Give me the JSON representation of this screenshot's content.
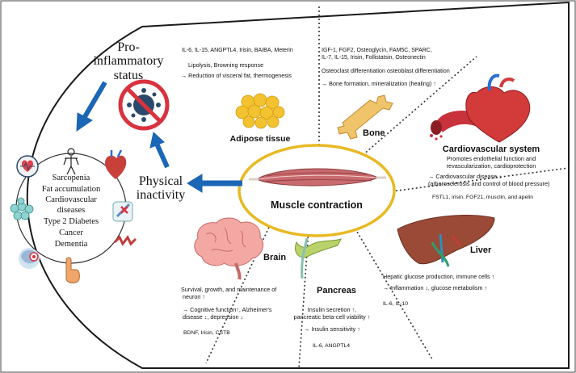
{
  "left": {
    "pro_inflammatory": [
      "Pro-",
      "inflammatory",
      "status"
    ],
    "physical_inactivity": [
      "Physical",
      "inactivity"
    ],
    "diseases": [
      "Sarcopenia",
      "Fat accumulation",
      "Cardiovascular",
      "diseases",
      "Type 2  Diabetes",
      "Cancer",
      "Dementia"
    ]
  },
  "center": {
    "label": "Muscle contraction"
  },
  "sections": {
    "adipose": {
      "title": "Adipose tissue",
      "myokines": "IL-6, IL-15, ANGPTL4, Irisin, BAIBA, Meterin",
      "effects": [
        "Lipolysis, Browning response",
        "→ Reduction of visceral fat, thermogenesis"
      ]
    },
    "bone": {
      "title": "Bone",
      "myokines": [
        "IGF-1, FGF2, Osteoglycin, FAM5C, SPARC,",
        "IL-7, IL-15, Irisin, Follistatsin, Osteonectin"
      ],
      "effects": [
        "Osteoclast differentiation osteoblast differentiation",
        "→ Bone formation, mineralization (healing) ↑"
      ]
    },
    "cardio": {
      "title": "Cardiovascular system",
      "effects": [
        "Promotes endothelial function and",
        "revascularization, cardioprotection",
        "→ Cardiovascular disease ↓",
        "(atherosclerosis and control of blood pressure)"
      ],
      "myokines": "FSTL1, irisin, FGF21, musclin, and apelin"
    },
    "liver": {
      "title": "Liver",
      "effects": [
        "Hepatic glucose production, immune cells ↑",
        "→ Inflammation  ↓, glucose metabolism ↑"
      ],
      "myokines": "IL-6, IL-10"
    },
    "pancreas": {
      "title": "Pancreas",
      "effects": [
        "Insulin secretion ↑,",
        "pancreatic beta-cell viability ↑",
        "→ Insulin sensitivity ↑"
      ],
      "myokines": "IL-6, ANGPTL4"
    },
    "brain": {
      "title": "Brain",
      "effects": [
        "Survival, growth, and maintenance of",
        "neuron ↑",
        "→ Cognitive function↑, Alzheimer's",
        "disease ↓, depression ↓"
      ],
      "myokines": "BDNF, Irisin, CSTB"
    }
  },
  "colors": {
    "arrow": "#1b66b5",
    "ellipse_border": "#e8b923",
    "no_sign": "#d9323f",
    "fat": "#f2c230",
    "bone": "#f0c46a",
    "muscle": "#c96a6e",
    "liver": "#9a4a36",
    "pancreas": "#b9d36a",
    "brain": "#f3a8a4"
  }
}
